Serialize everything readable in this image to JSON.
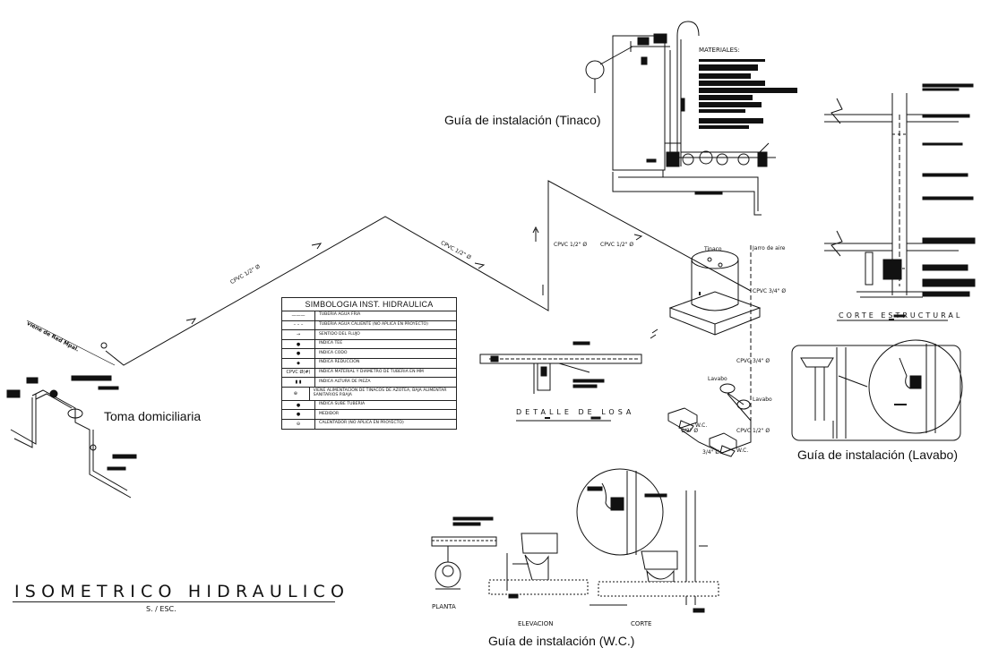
{
  "title": "ISOMETRICO HIDRAULICO",
  "scale": "S. / ESC.",
  "captions": {
    "tinaco": "Guía de instalación (Tinaco)",
    "toma": "Toma domiciliaria",
    "lavabo": "Guía de instalación (Lavabo)",
    "wc": "Guía de instalación (W.C.)",
    "losa": "DETALLE DE LOSA",
    "corte_estructural": "CORTE ESTRUCTURAL"
  },
  "labels": {
    "materiales": "MATERIALES:",
    "red_lbl": "viene de Red Mpal.",
    "cpvc_1": "CPVC 1/2\" Ø",
    "cpvc_2": "CPVC 1/2\" Ø",
    "cpvc_3": "CPVC 1/2\" Ø",
    "cpvc_4": "CPVC 1/2\" Ø",
    "cpvc_5": "CPVC 3/4\" Ø",
    "cpvc_6": "CPVC 3/4\" Ø",
    "cpvc_7": "CPVC 1/2\" Ø",
    "tinaco_lbl": "Tinaco",
    "jarro_lbl": "Jarro de aire",
    "lavabo_small": "Lavabo",
    "lavabo_small2": "Lavabo",
    "wc1": "W.C.",
    "wc2": "W.C.",
    "d1": "1/2\" Ø",
    "d2": "3/4\" Ø",
    "planta": "PLANTA",
    "elevacion": "ELEVACION",
    "corte": "CORTE"
  },
  "legend": {
    "heading": "SIMBOLOGIA INST. HIDRAULICA",
    "rows": [
      {
        "symbol": "———",
        "text": "TUBERIA AGUA FRIA"
      },
      {
        "symbol": "– – –",
        "text": "TUBERIA AGUA CALIENTE (NO APLICA EN PROYECTO)"
      },
      {
        "symbol": "→",
        "text": "SENTIDO DEL FLUJO"
      },
      {
        "symbol": "●",
        "text": "INDICA TEE"
      },
      {
        "symbol": "●",
        "text": "INDICA CODO"
      },
      {
        "symbol": "◆",
        "text": "INDICA REDUCCIÓN"
      },
      {
        "symbol": "CPVC Ø(#)",
        "text": "INDICA MATERIAL Y DIAMETRO DE TUBERIA EN MM"
      },
      {
        "symbol": "▮ ▮",
        "text": "INDICA ALTURA DE PIEZA"
      },
      {
        "symbol": "⊕",
        "text": "VIENE ALIMENTACION DE TINACOS DE AZOTEA, BAJA ALIMENTAR SANITARIOS P.BAJA",
        "tall": true
      },
      {
        "symbol": "●",
        "text": "INDICA SUBE TUBERIA"
      },
      {
        "symbol": "●",
        "text": "MEDIDOR"
      },
      {
        "symbol": "⊖",
        "text": "CALENTADOR (NO APLICA EN PROYECTO)"
      }
    ]
  }
}
